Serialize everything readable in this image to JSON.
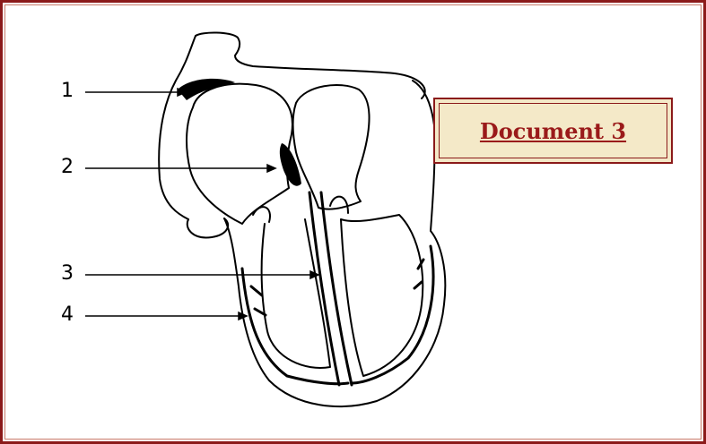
{
  "diagram": {
    "markers": [
      "1",
      "2",
      "3",
      "4"
    ]
  },
  "document_box": {
    "title": "Document 3"
  },
  "colors": {
    "frame": "#8b1a1a",
    "box_fill": "#f4e9c8",
    "title_text": "#9a1a1a"
  }
}
